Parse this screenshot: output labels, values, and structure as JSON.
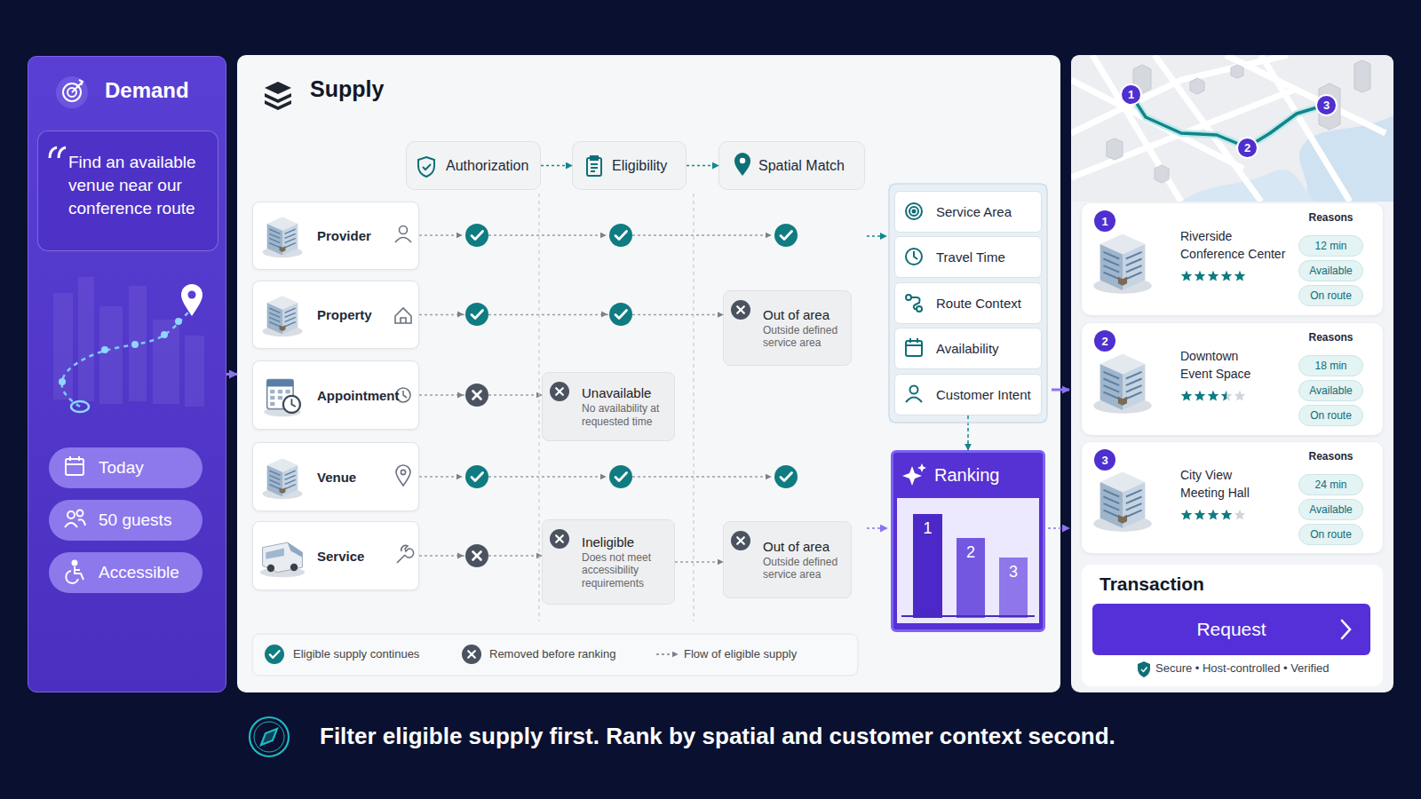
{
  "diagram": {
    "caption": "Filter eligible supply first. Rank by spatial and customer context second.",
    "nodes": [
      {
        "text": [
          "Demand"
        ]
      },
      {
        "text": [
          "Find an available venue near our conference route"
        ],
        "in": 0
      },
      {
        "text": [
          "Today"
        ],
        "in": 0
      },
      {
        "text": [
          "50 guests"
        ],
        "in": 0
      },
      {
        "text": [
          "Accessible"
        ],
        "in": 0
      },
      {
        "text": [
          "Supply"
        ]
      },
      {
        "text": [
          "Authorization"
        ],
        "in": 5
      },
      {
        "text": [
          "Eligibility"
        ],
        "in": 5
      },
      {
        "text": [
          "Spatial Match"
        ],
        "in": 5
      },
      {
        "text": [
          "Provider"
        ],
        "in": 5
      },
      {
        "text": [
          "Property"
        ],
        "in": 5
      },
      {
        "text": [
          "Out of area",
          "Outside defined service area"
        ],
        "in": 5
      },
      {
        "text": [
          "Appointment"
        ],
        "in": 5
      },
      {
        "text": [
          "Unavailable",
          "No availability at requested time"
        ],
        "in": 5
      },
      {
        "text": [
          "Venue"
        ],
        "in": 5
      },
      {
        "text": [
          "Service"
        ],
        "in": 5
      },
      {
        "text": [
          "Ineligible",
          "Does not meet accessibility requirements"
        ],
        "in": 5
      },
      {
        "text": [
          "Out of area",
          "Outside defined service area"
        ],
        "in": 5
      },
      {
        "text": [
          "Service Area"
        ],
        "in": 5
      },
      {
        "text": [
          "Travel Time"
        ],
        "in": 5
      },
      {
        "text": [
          "Route Context"
        ],
        "in": 5
      },
      {
        "text": [
          "Availability"
        ],
        "in": 5
      },
      {
        "text": [
          "Customer Intent"
        ],
        "in": 5
      },
      {
        "text": [
          "Ranking"
        ],
        "in": 5
      },
      {
        "text": [
          "1"
        ],
        "in": 23
      },
      {
        "text": [
          "2"
        ],
        "in": 23
      },
      {
        "text": [
          "3"
        ],
        "in": 23
      },
      {
        "text": [
          "1"
        ]
      },
      {
        "text": [
          "2"
        ]
      },
      {
        "text": [
          "3"
        ]
      },
      {
        "text": [
          "Riverside Conference Center",
          "Reasons"
        ]
      },
      {
        "text": [
          "1"
        ],
        "in": 30
      },
      {
        "text": [
          "12 min"
        ],
        "in": 30
      },
      {
        "text": [
          "Available"
        ],
        "in": 30
      },
      {
        "text": [
          "On route"
        ],
        "in": 30
      },
      {
        "text": [
          "Downtown Event Space",
          "Reasons"
        ]
      },
      {
        "text": [
          "2"
        ],
        "in": 35
      },
      {
        "text": [
          "18 min"
        ],
        "in": 35
      },
      {
        "text": [
          "Available"
        ],
        "in": 35
      },
      {
        "text": [
          "On route"
        ],
        "in": 35
      },
      {
        "text": [
          "City View Meeting Hall",
          "Reasons"
        ]
      },
      {
        "text": [
          "3"
        ],
        "in": 40
      },
      {
        "text": [
          "24 min"
        ],
        "in": 40
      },
      {
        "text": [
          "Available"
        ],
        "in": 40
      },
      {
        "text": [
          "On route"
        ],
        "in": 40
      },
      {
        "text": [
          "Transaction",
          "Secure • Host-controlled • Verified"
        ]
      },
      {
        "text": [
          "Request"
        ],
        "in": 45
      }
    ],
    "edges": [
      {
        "from": 0,
        "to": 5,
        "arrow": "to"
      },
      {
        "from": 6,
        "to": 7,
        "arrow": "to"
      },
      {
        "from": 7,
        "to": 8,
        "arrow": "to"
      },
      {
        "from": 10,
        "to": 11,
        "arrow": "to"
      },
      {
        "from": 12,
        "to": 13,
        "arrow": "to"
      },
      {
        "from": 15,
        "to": 16,
        "arrow": "to"
      },
      {
        "from": 16,
        "to": 17,
        "arrow": "to"
      },
      {
        "from": 22,
        "to": 23,
        "arrow": "to"
      }
    ],
    "legend": [
      {
        "text": "Eligible supply continues"
      },
      {
        "text": "Removed before ranking"
      },
      {
        "text": "Flow of eligible supply"
      }
    ]
  }
}
